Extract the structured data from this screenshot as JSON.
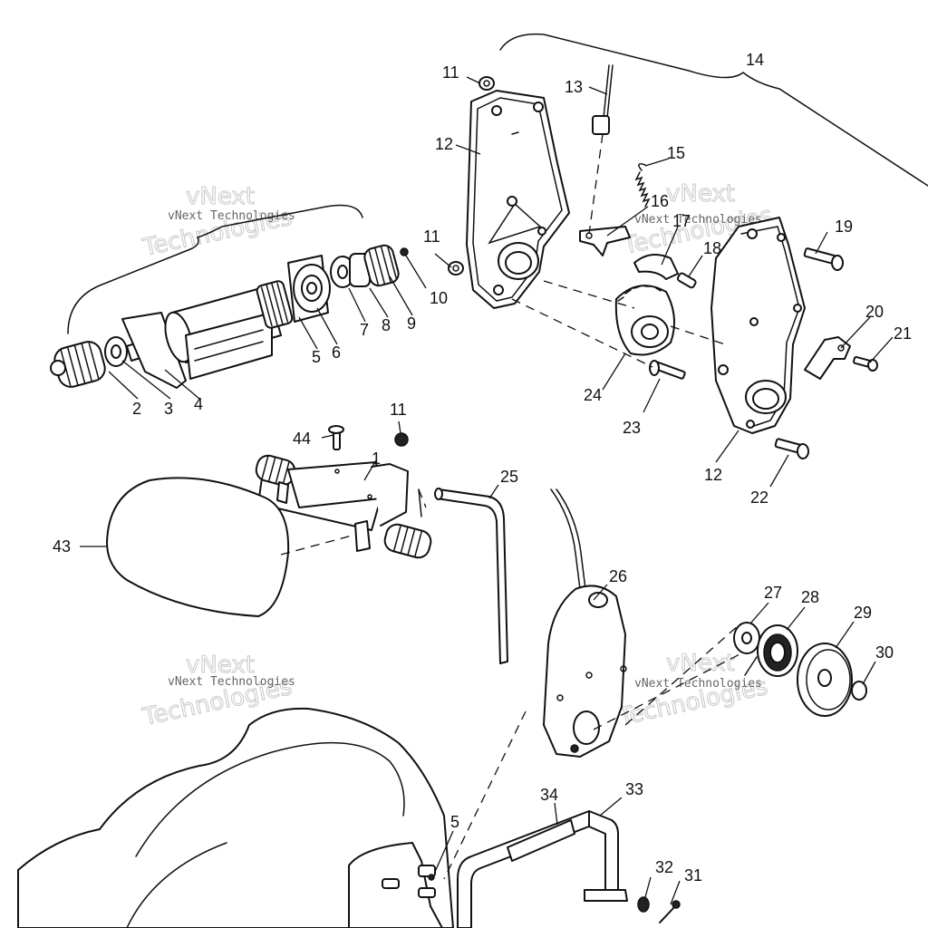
{
  "watermark": {
    "line1": "vNext",
    "line2": "Technologies",
    "caption": "vNext Technologies"
  },
  "callouts": {
    "c1": "1",
    "c2": "2",
    "c3": "3",
    "c4": "4",
    "c5": "5",
    "c6": "6",
    "c7": "7",
    "c8": "8",
    "c9": "9",
    "c10": "10",
    "c11": "11",
    "c12": "12",
    "c13": "13",
    "c14": "14",
    "c15": "15",
    "c16": "16",
    "c17": "17",
    "c18": "18",
    "c19": "19",
    "c20": "20",
    "c21": "21",
    "c22": "22",
    "c23": "23",
    "c24": "24",
    "c25": "25",
    "c26": "26",
    "c27": "27",
    "c28": "28",
    "c29": "29",
    "c30": "30",
    "c31": "31",
    "c32": "32",
    "c33": "33",
    "c34": "34",
    "c43": "43",
    "c44": "44"
  }
}
